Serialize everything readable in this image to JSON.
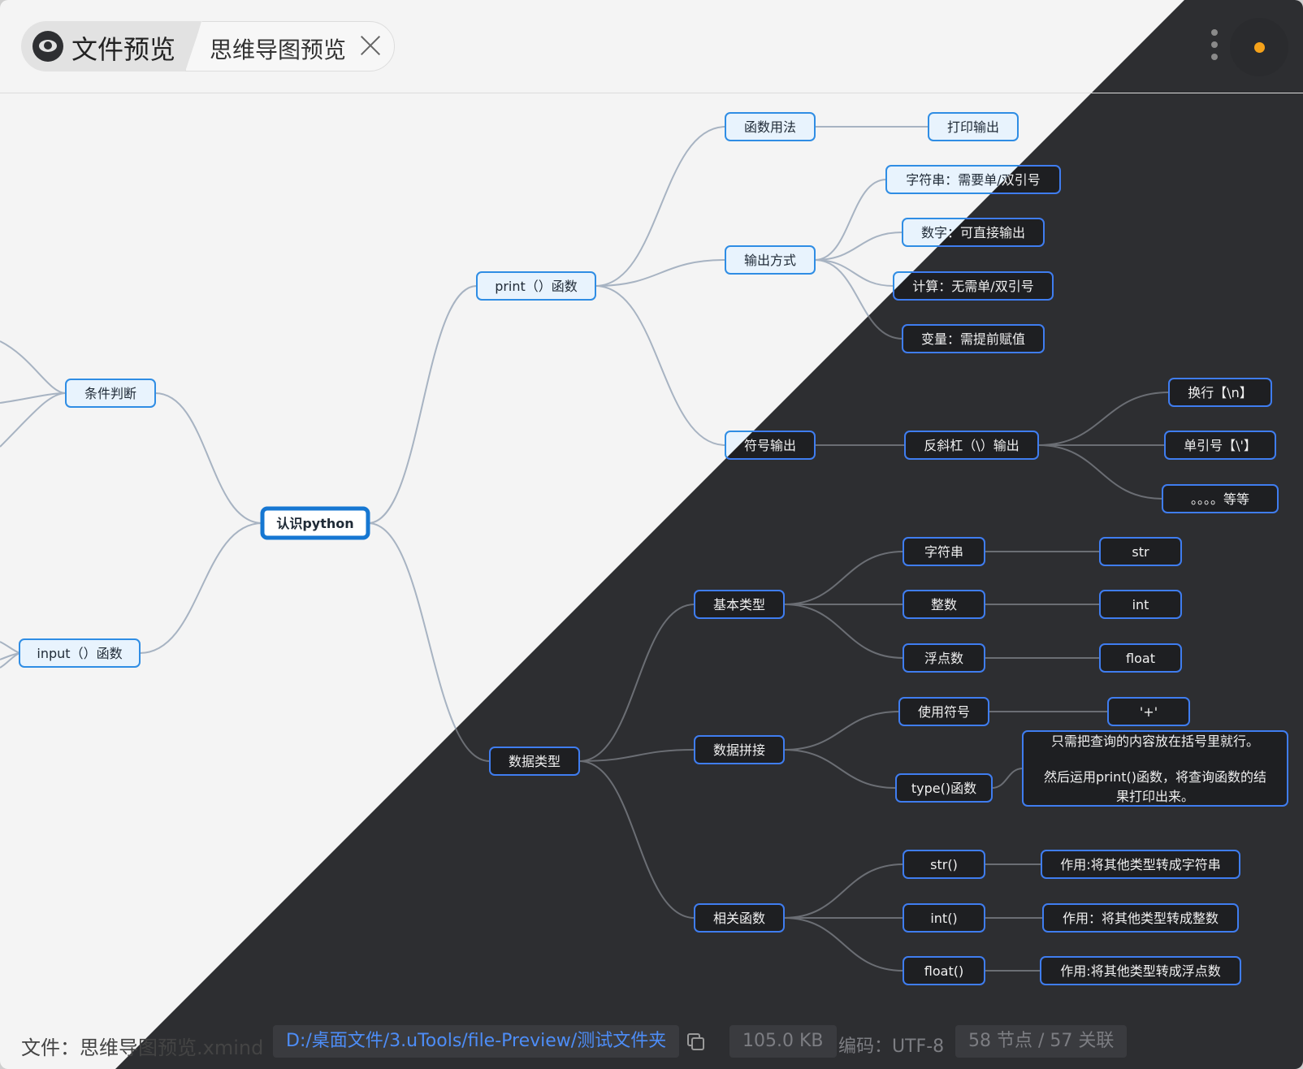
{
  "tabs": {
    "app_title": "文件预览",
    "document_tab": "思维导图预览"
  },
  "status": {
    "file_label": "文件：思维导图预览.xmind",
    "path": "D:/桌面文件/3.uTools/file-Preview/测试文件夹",
    "size": "105.0 KB",
    "encoding": "编码：UTF-8",
    "counts": "58 节点 / 57 关联"
  },
  "colors": {
    "light_bg": "#f4f4f4",
    "dark_bg": "#2d2e31",
    "light_node_border": "#2f8de4",
    "light_node_fill": "#e8f3fd",
    "dark_node_border": "#3f7df0",
    "dark_node_fill": "#1e1f22",
    "root_border": "#1677d2",
    "accent_orange": "#f5a21a",
    "path_blue": "#4d8df7"
  },
  "icons": {
    "app": "eye-icon",
    "close": "close-icon",
    "menu": "vertical-dots-icon",
    "theme": "theme-toggle-icon",
    "copy": "copy-icon"
  },
  "mindmap": {
    "root": "认识python",
    "nodes": {
      "tiaojian": "条件判断",
      "input_fn": "input（）函数",
      "print_fn": "print（）函数",
      "hanshu_yongfa": "函数用法",
      "dayin_shuchu": "打印输出",
      "shuchu_fangshi": "输出方式",
      "zifuchuan_quote": "字符串：需要单/双引号",
      "shuzi": "数字：可直接输出",
      "jisuan": "计算：无需单/双引号",
      "bianliang": "变量：需提前赋值",
      "fuhao_shuchu": "符号输出",
      "fanxiegang": "反斜杠（\\）输出",
      "huanhang": "换行【\\n】",
      "danyinhao": "单引号【\\'】",
      "dengdeng": "。。。。等等",
      "shuju_leixing": "数据类型",
      "jiben_leixing": "基本类型",
      "zifuchuan": "字符串",
      "str": "str",
      "zhengshu": "整数",
      "int": "int",
      "fudianshu": "浮点数",
      "float": "float",
      "shuju_pinjie": "数据拼接",
      "shiyong_fuhao": "使用符号",
      "plus": "'+'",
      "type_fn": "type()函数",
      "type_note_1": "只需把查询的内容放在括号里就行。",
      "type_note_2": "然后运用print()函数，将查询函数的结",
      "type_note_3": "果打印出来。",
      "xiangguan_hanshu": "相关函数",
      "str_fn": "str()",
      "str_desc": "作用:将其他类型转成字符串",
      "int_fn": "int()",
      "int_desc": "作用：将其他类型转成整数",
      "float_fn": "float()",
      "float_desc": "作用:将其他类型转成浮点数"
    }
  }
}
